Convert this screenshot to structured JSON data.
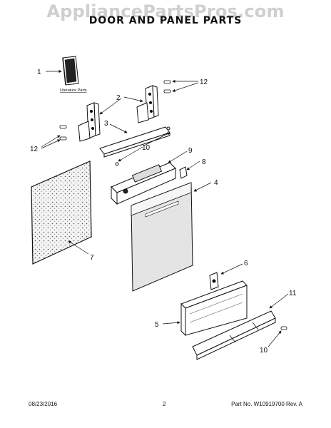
{
  "watermark": "AppliancePartsPros.com",
  "title": "DOOR AND PANEL PARTS",
  "literature_label": "Literature Parts",
  "callouts": [
    "1",
    "2",
    "3",
    "12",
    "12",
    "10",
    "9",
    "8",
    "4",
    "7",
    "6",
    "11",
    "5",
    "10"
  ],
  "footer": {
    "date": "08/23/2016",
    "page": "2",
    "part_no": "Part No. W10919700  Rev. A"
  }
}
